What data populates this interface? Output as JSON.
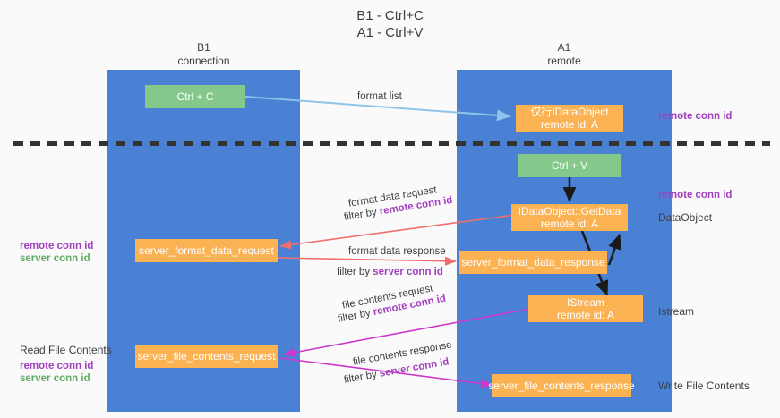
{
  "title": {
    "line1": "B1 - Ctrl+C",
    "line2": "A1 - Ctrl+V"
  },
  "columns": [
    {
      "name": "B1",
      "sub": "connection"
    },
    {
      "name": "A1",
      "sub": "remote"
    }
  ],
  "nodes": {
    "ctrl_c": "Ctrl + C",
    "ctrl_v": "Ctrl + V",
    "idataobject_remote_l1": "仅行IDataObject",
    "idataobject_remote_l2": "remote id: A",
    "getdata_l1": "IDataObject::GetData",
    "getdata_l2": "remote id: A",
    "istream_l1": "IStream",
    "istream_l2": "remote id: A",
    "server_format_data_request": "server_format_data_request",
    "server_format_data_response": "server_format_data_response",
    "server_file_contents_request": "server_file_contents_request",
    "server_file_contents_response": "server_file_contents_response"
  },
  "edge_labels": {
    "format_list": "format list",
    "format_data_request": "format data request",
    "format_data_request_filter_prefix": "filter by ",
    "format_data_request_filter_key": "remote conn id",
    "format_data_response": "format data response",
    "format_data_response_filter_prefix": "filter by ",
    "format_data_response_filter_key": "server conn id",
    "file_contents_request": "file contents request",
    "file_contents_request_filter_prefix": "filter by ",
    "file_contents_request_filter_key": "remote conn id",
    "file_contents_response": "file contents response",
    "file_contents_response_filter_prefix": "filter by ",
    "file_contents_response_filter_key": "server conn id"
  },
  "left_margin": {
    "remote_conn_id": "remote conn id",
    "server_conn_id": "server conn id",
    "read_file_contents": "Read File Contents",
    "remote_conn_id_2": "remote conn id",
    "server_conn_id_2": "server conn id"
  },
  "right_margin": {
    "remote_conn_id_top": "remote conn id",
    "remote_conn_id_mid": "remote conn id",
    "data_object": "DataObject",
    "istream": "Istream",
    "write_file_contents": "Write File Contents"
  },
  "colors": {
    "panel_blue": "#4a81d4",
    "node_green": "#84c98b",
    "node_orange": "#fbb252",
    "accent_purple": "#a23fbe",
    "accent_green": "#5fae5f",
    "edge_lightblue": "#8fc4ea",
    "edge_red": "#f26d6d",
    "edge_magenta": "#cc38cc",
    "edge_black": "#1a1a1a",
    "background": "#fafafa"
  }
}
